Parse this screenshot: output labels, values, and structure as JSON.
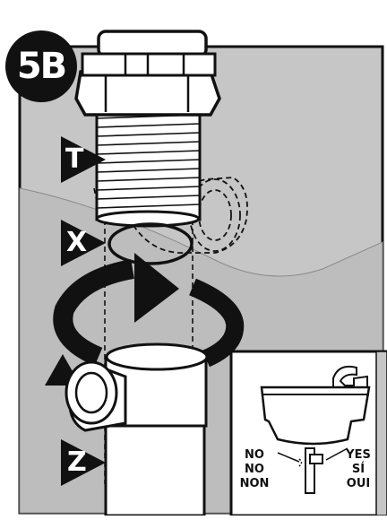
{
  "step": {
    "label": "5B"
  },
  "callouts": {
    "top": "T",
    "middle": "X",
    "bottom": "Z"
  },
  "inset": {
    "wrong": [
      "NO",
      "NO",
      "NON"
    ],
    "right": [
      "YES",
      "SÍ",
      "OUI"
    ]
  },
  "colors": {
    "ink": "#111111",
    "panel": "#c8c8c8",
    "panel_dark": "#b5b5b5",
    "white": "#ffffff"
  }
}
